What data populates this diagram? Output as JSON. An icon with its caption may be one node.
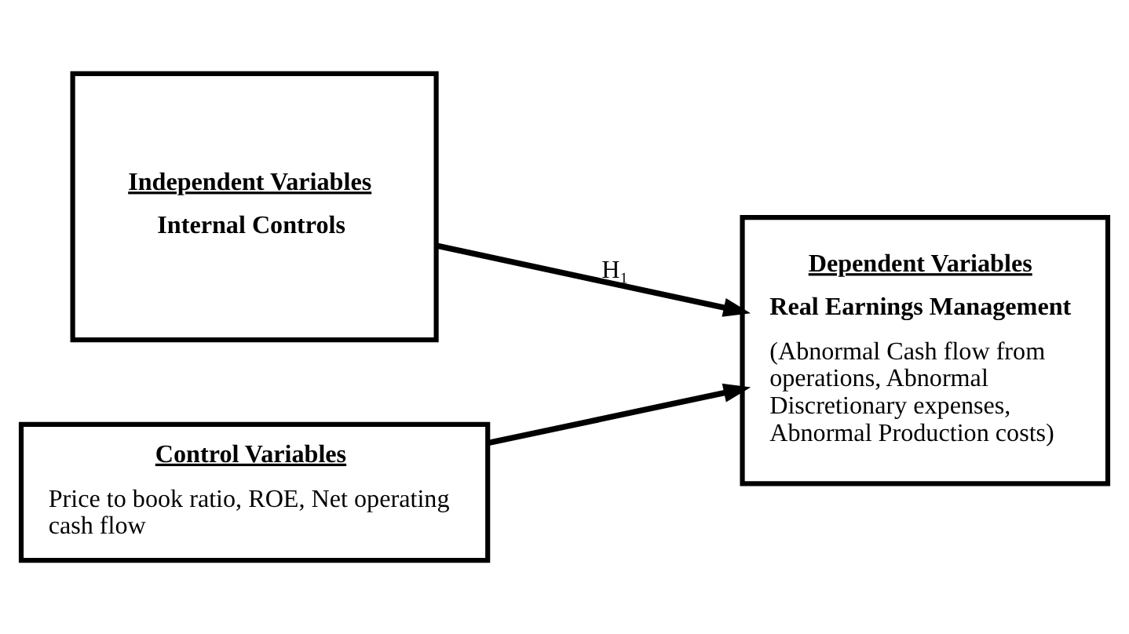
{
  "diagram": {
    "nodes": [
      {
        "text": [
          "Independent Variables",
          "Internal Controls"
        ]
      },
      {
        "text": [
          "Dependent Variables",
          "Real Earnings Management",
          "(Abnormal Cash flow from operations, Abnormal Discretionary expenses, Abnormal Production costs)"
        ]
      },
      {
        "text": [
          "Control Variables",
          "Price to book ratio, ROE, Net operating cash flow"
        ]
      }
    ],
    "edges": [
      {
        "from": 0,
        "to": 1,
        "arrow": "to",
        "label": "H₁"
      },
      {
        "from": 2,
        "to": 1,
        "arrow": "to"
      }
    ]
  }
}
